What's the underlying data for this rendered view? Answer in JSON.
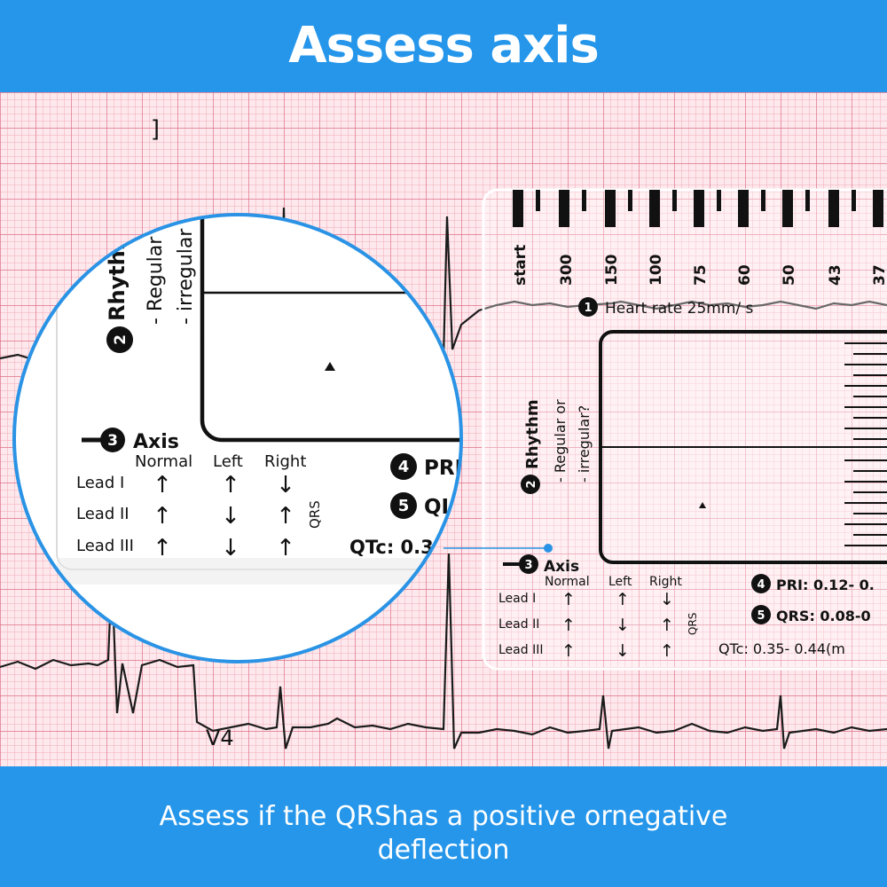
{
  "header": {
    "title": "Assess axis"
  },
  "footer": {
    "caption_line1": "Assess if the QRShas a positive ornegative",
    "caption_line2": "deflection"
  },
  "ecg": {
    "lead_label": "V4",
    "marker": "]"
  },
  "ruler": {
    "scale_labels": [
      "start",
      "300",
      "150",
      "100",
      "75",
      "60",
      "50",
      "43",
      "37"
    ],
    "heart_rate": {
      "num": "1",
      "label": "Heart rate 25mm/ s"
    },
    "rhythm": {
      "num": "2",
      "title": "Rhythm",
      "line1": "- Regular or",
      "line2": "- irregular?"
    },
    "axis": {
      "num": "3",
      "title": "Axis",
      "headers": [
        "Normal",
        "Left",
        "Right"
      ],
      "leads": [
        "Lead I",
        "Lead II",
        "Lead III"
      ],
      "arrows": [
        [
          "↑",
          "↑",
          "↓"
        ],
        [
          "↑",
          "↓",
          "↑"
        ],
        [
          "↑",
          "↓",
          "↑"
        ]
      ],
      "qrs": "QRS"
    },
    "pri": {
      "num": "4",
      "label": "PRI: 0.12- 0.",
      "zoom_label": "PRI"
    },
    "qrs_dur": {
      "num": "5",
      "label": "QRS: 0.08-0",
      "zoom_label": "QI"
    },
    "qtc": {
      "label": "QTc: 0.35- 0.44(m",
      "zoom_label": "QTc: 0.3"
    }
  },
  "magnifier": {
    "rhythm": {
      "title": "Rhythm",
      "line1": "- Regular",
      "line2": "- irregular"
    }
  },
  "colors": {
    "banner": "#2596ea",
    "grid_minor": "#f4b4c0",
    "grid_major": "#e27e92",
    "paper": "#fce8ec",
    "trace": "#1b1b1b"
  }
}
